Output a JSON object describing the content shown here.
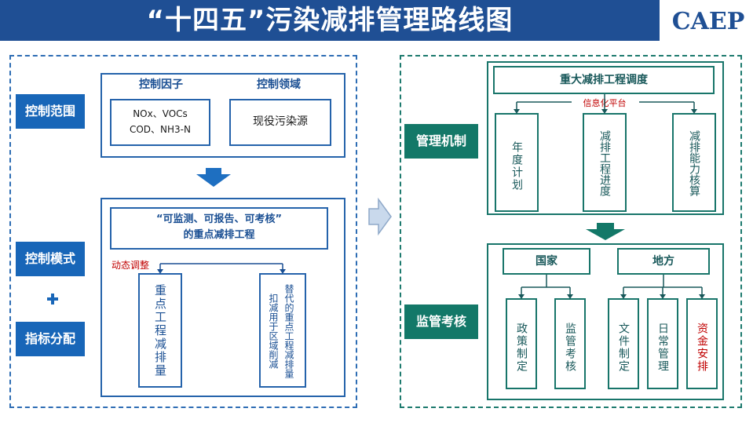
{
  "header": {
    "title": "“十四五”污染减排管理路线图",
    "logo": "CAEP"
  },
  "left": {
    "scope_label": "控制范围",
    "mode_label": "控制模式",
    "plus": "+",
    "target_label": "指标分配",
    "factor_title": "控制因子",
    "domain_title": "控制领域",
    "pollutants_line1": "NOx、VOCs",
    "pollutants_line2": "COD、NH3-N",
    "domain_value": "现役污染源",
    "project_line1": "“可监测、可报告、可考核”",
    "project_line2": "的重点减排工程",
    "dynamic_adjust": "动态调整",
    "key_project": "重点工程减排量",
    "alt_col1": "替代的重点工程减排量",
    "alt_col2": "扣减用于区域削减"
  },
  "right": {
    "mechanism_label": "管理机制",
    "supervision_label": "监管考核",
    "dispatch_title": "重大减排工程调度",
    "info_platform": "信息化平台",
    "col_annual": "年度计划",
    "col_progress": "减排工程进度",
    "col_capacity": "减排能力核算",
    "national": "国家",
    "local": "地方",
    "policy": "政策制定",
    "supervise_check": "监管考核",
    "document": "文件制定",
    "daily": "日常管理",
    "funding": "资金安排"
  },
  "colors": {
    "header_blue": "#1f4f94",
    "left_blue": "#1866b8",
    "right_green": "#137868",
    "red_text": "#c00000"
  }
}
